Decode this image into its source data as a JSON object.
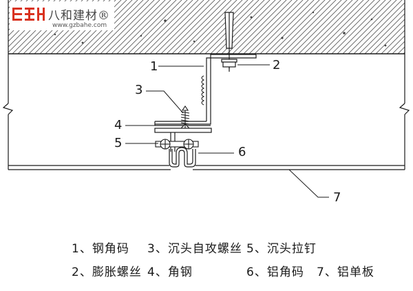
{
  "logo": {
    "brand_cn": "八和建材®",
    "url": "www.gzbahe.com",
    "color": "#d9321f"
  },
  "callouts": {
    "c1": "1",
    "c2": "2",
    "c3": "3",
    "c4": "4",
    "c5": "5",
    "c6": "6",
    "c7": "7"
  },
  "legend": {
    "row1": {
      "a": "1、钢角码",
      "b": "3、沉头自攻螺丝",
      "c": "5、沉头拉钉"
    },
    "row2": {
      "a": "2、膨胀螺丝",
      "b": "4、角钢",
      "c": "6、铝角码",
      "d": "7、铝单板"
    }
  },
  "colors": {
    "line": "#1a1a1a",
    "hatch": "#333333",
    "background": "#ffffff"
  }
}
